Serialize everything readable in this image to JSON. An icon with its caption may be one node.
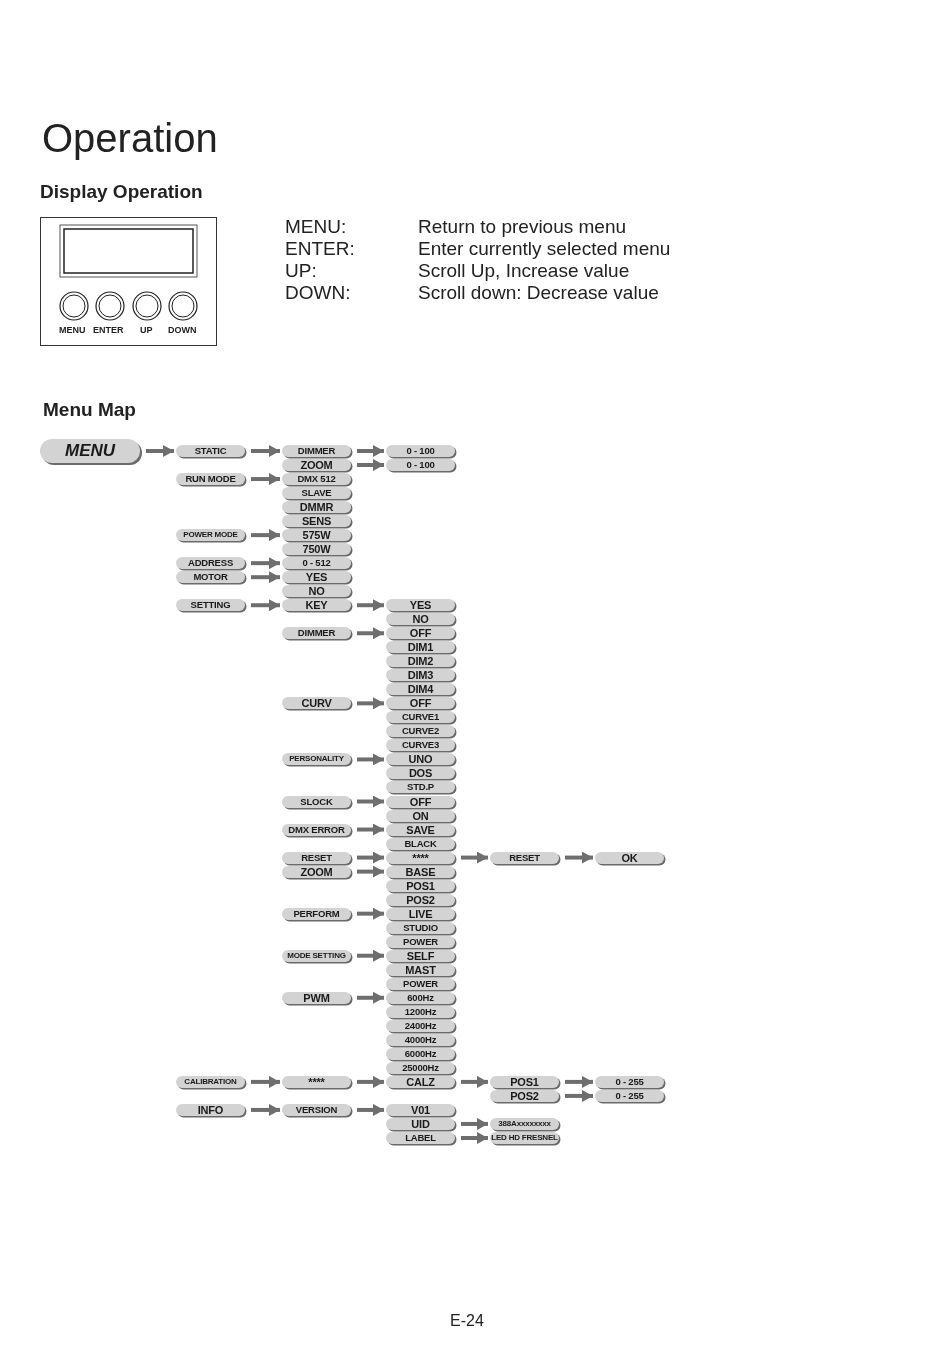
{
  "diagram": {
    "title": "Operation",
    "nodes": [
      {
        "text": [
          "MENU"
        ]
      },
      {
        "text": [
          "STATIC"
        ]
      },
      {
        "text": [
          "DIMMER"
        ]
      },
      {
        "text": [
          "0 - 100"
        ]
      },
      {
        "text": [
          "ZOOM"
        ]
      },
      {
        "text": [
          "0 - 100"
        ]
      },
      {
        "text": [
          "RUN MODE"
        ]
      },
      {
        "text": [
          "DMX 512"
        ]
      },
      {
        "text": [
          "SLAVE"
        ]
      },
      {
        "text": [
          "DMMR"
        ]
      },
      {
        "text": [
          "SENS"
        ]
      },
      {
        "text": [
          "POWER MODE"
        ]
      },
      {
        "text": [
          "575W"
        ]
      },
      {
        "text": [
          "750W"
        ]
      },
      {
        "text": [
          "ADDRESS"
        ]
      },
      {
        "text": [
          "0 - 512"
        ]
      },
      {
        "text": [
          "MOTOR"
        ]
      },
      {
        "text": [
          "YES"
        ]
      },
      {
        "text": [
          "NO"
        ]
      },
      {
        "text": [
          "SETTING"
        ]
      },
      {
        "text": [
          "KEY"
        ]
      },
      {
        "text": [
          "YES"
        ]
      },
      {
        "text": [
          "NO"
        ]
      },
      {
        "text": [
          "DIMMER"
        ]
      },
      {
        "text": [
          "OFF"
        ]
      },
      {
        "text": [
          "DIM1"
        ]
      },
      {
        "text": [
          "DIM2"
        ]
      },
      {
        "text": [
          "DIM3"
        ]
      },
      {
        "text": [
          "DIM4"
        ]
      },
      {
        "text": [
          "CURV"
        ]
      },
      {
        "text": [
          "OFF"
        ]
      },
      {
        "text": [
          "CURVE1"
        ]
      },
      {
        "text": [
          "CURVE2"
        ]
      },
      {
        "text": [
          "CURVE3"
        ]
      },
      {
        "text": [
          "PERSONALITY"
        ]
      },
      {
        "text": [
          "UNO"
        ]
      },
      {
        "text": [
          "DOS"
        ]
      },
      {
        "text": [
          "STD.P"
        ]
      },
      {
        "text": [
          "SLOCK"
        ]
      },
      {
        "text": [
          "OFF"
        ]
      },
      {
        "text": [
          "ON"
        ]
      },
      {
        "text": [
          "DMX ERROR"
        ]
      },
      {
        "text": [
          "SAVE"
        ]
      },
      {
        "text": [
          "BLACK"
        ]
      },
      {
        "text": [
          "RESET"
        ]
      },
      {
        "text": [
          "****"
        ]
      },
      {
        "text": [
          "RESET"
        ]
      },
      {
        "text": [
          "OK"
        ]
      },
      {
        "text": [
          "ZOOM"
        ]
      },
      {
        "text": [
          "BASE"
        ]
      },
      {
        "text": [
          "POS1"
        ]
      },
      {
        "text": [
          "POS2"
        ]
      },
      {
        "text": [
          "PERFORM"
        ]
      },
      {
        "text": [
          "LIVE"
        ]
      },
      {
        "text": [
          "STUDIO"
        ]
      },
      {
        "text": [
          "POWER"
        ]
      },
      {
        "text": [
          "MODE SETTING"
        ]
      },
      {
        "text": [
          "SELF"
        ]
      },
      {
        "text": [
          "MAST"
        ]
      },
      {
        "text": [
          "POWER"
        ]
      },
      {
        "text": [
          "PWM"
        ]
      },
      {
        "text": [
          "600Hz"
        ]
      },
      {
        "text": [
          "1200Hz"
        ]
      },
      {
        "text": [
          "2400Hz"
        ]
      },
      {
        "text": [
          "4000Hz"
        ]
      },
      {
        "text": [
          "6000Hz"
        ]
      },
      {
        "text": [
          "25000Hz"
        ]
      },
      {
        "text": [
          "CALIBRATION"
        ]
      },
      {
        "text": [
          "****"
        ]
      },
      {
        "text": [
          "CALZ"
        ]
      },
      {
        "text": [
          "POS1"
        ]
      },
      {
        "text": [
          "0 - 255"
        ]
      },
      {
        "text": [
          "POS2"
        ]
      },
      {
        "text": [
          "0 - 255"
        ]
      },
      {
        "text": [
          "INFO"
        ]
      },
      {
        "text": [
          "VERSION"
        ]
      },
      {
        "text": [
          "V01"
        ]
      },
      {
        "text": [
          "UID"
        ]
      },
      {
        "text": [
          "388Axxxxxxxx"
        ]
      },
      {
        "text": [
          "LABEL"
        ]
      },
      {
        "text": [
          "LED HD FRESNEL"
        ]
      }
    ],
    "edges": [
      {
        "from": 0,
        "to": 1,
        "arrow": "to"
      },
      {
        "from": 1,
        "to": 2,
        "arrow": "to"
      },
      {
        "from": 2,
        "to": 3,
        "arrow": "to"
      },
      {
        "from": 4,
        "to": 5,
        "arrow": "to"
      },
      {
        "from": 6,
        "to": 7,
        "arrow": "to"
      },
      {
        "from": 11,
        "to": 12,
        "arrow": "to"
      },
      {
        "from": 14,
        "to": 15,
        "arrow": "to"
      },
      {
        "from": 16,
        "to": 17,
        "arrow": "to"
      },
      {
        "from": 19,
        "to": 20,
        "arrow": "to"
      },
      {
        "from": 20,
        "to": 21,
        "arrow": "to"
      },
      {
        "from": 23,
        "to": 24,
        "arrow": "to"
      },
      {
        "from": 29,
        "to": 30,
        "arrow": "to"
      },
      {
        "from": 34,
        "to": 35,
        "arrow": "to"
      },
      {
        "from": 38,
        "to": 39,
        "arrow": "to"
      },
      {
        "from": 41,
        "to": 42,
        "arrow": "to"
      },
      {
        "from": 44,
        "to": 45,
        "arrow": "to"
      },
      {
        "from": 45,
        "to": 46,
        "arrow": "to"
      },
      {
        "from": 46,
        "to": 47,
        "arrow": "to"
      },
      {
        "from": 48,
        "to": 49,
        "arrow": "to"
      },
      {
        "from": 52,
        "to": 53,
        "arrow": "to"
      },
      {
        "from": 56,
        "to": 57,
        "arrow": "to"
      },
      {
        "from": 60,
        "to": 61,
        "arrow": "to"
      },
      {
        "from": 67,
        "to": 68,
        "arrow": "to"
      },
      {
        "from": 68,
        "to": 69,
        "arrow": "to"
      },
      {
        "from": 69,
        "to": 70,
        "arrow": "to"
      },
      {
        "from": 70,
        "to": 71,
        "arrow": "to"
      },
      {
        "from": 72,
        "to": 73,
        "arrow": "to"
      },
      {
        "from": 74,
        "to": 75,
        "arrow": "to"
      },
      {
        "from": 75,
        "to": 76,
        "arrow": "to"
      },
      {
        "from": 77,
        "to": 78,
        "arrow": "to"
      },
      {
        "from": 79,
        "to": 80,
        "arrow": "to"
      }
    ],
    "labels": [
      "Display Operation",
      "MENU:",
      "Return to previous menu",
      "ENTER:",
      "Enter currently selected menu",
      "UP:",
      "Scroll Up, Increase value",
      "DOWN:",
      "Scroll down: Decrease value",
      "MENU",
      "ENTER",
      "UP",
      "DOWN",
      "Menu Map",
      "E-24"
    ]
  }
}
